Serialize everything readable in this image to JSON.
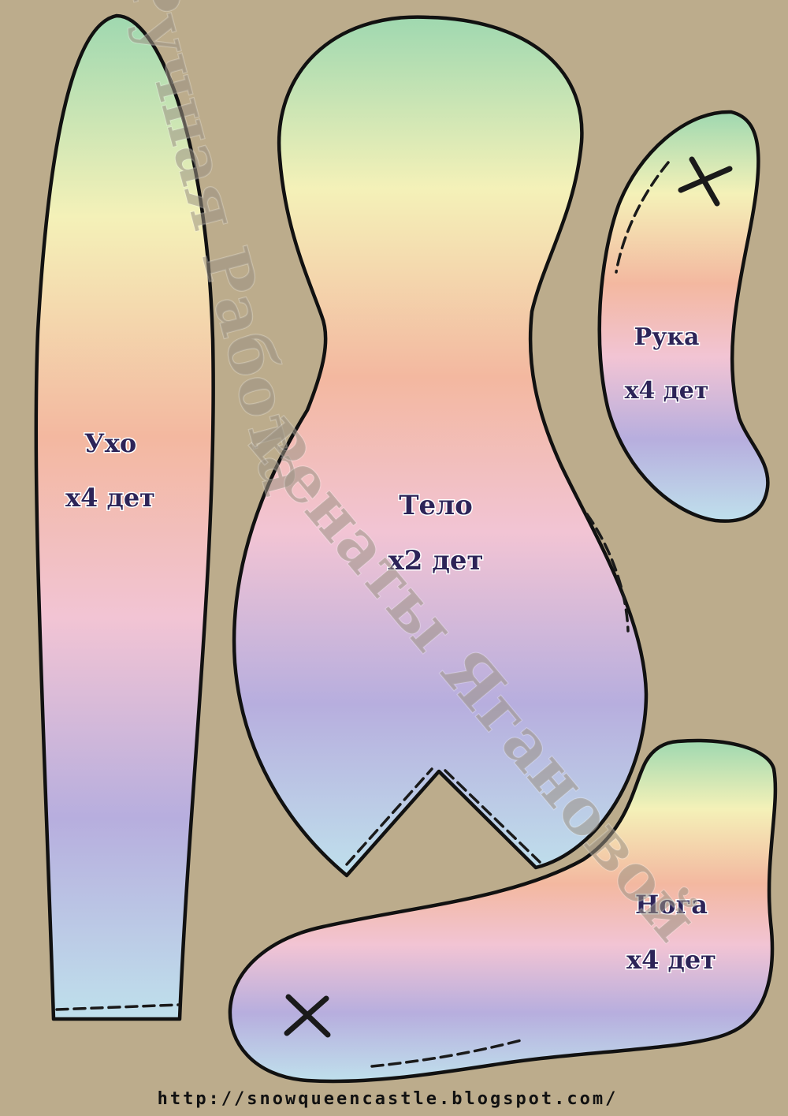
{
  "colors": {
    "background": "#bcac8c",
    "outline": "#111111",
    "label": "#2d2458",
    "gradient": [
      "#9fd8b0",
      "#f4f1b8",
      "#f3b8a0",
      "#f2c4d4",
      "#b7aede",
      "#bfe0ec"
    ]
  },
  "pieces": {
    "ear": {
      "name": "Ухо",
      "count": "x4 дет"
    },
    "body": {
      "name": "Тело",
      "count": "x2 дет"
    },
    "arm": {
      "name": "Рука",
      "count": "x4 дет"
    },
    "leg": {
      "name": "Нога",
      "count": "x4 дет"
    }
  },
  "watermark": {
    "line1": "Ручная Работа",
    "line2": "Ренаты Ягановой"
  },
  "footer": {
    "url": "http://snowqueencastle.blogspot.com/"
  },
  "icons": [
    "cross-mark-icon"
  ]
}
